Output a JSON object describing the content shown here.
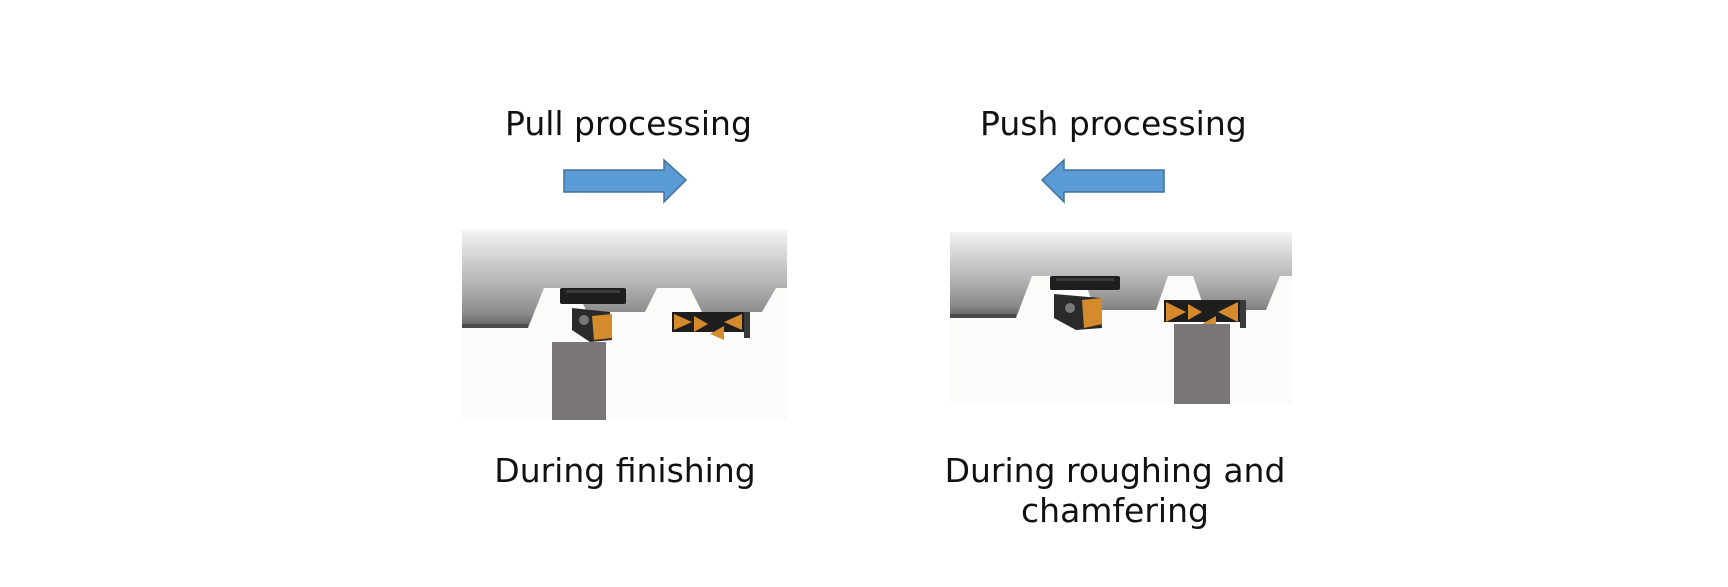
{
  "left": {
    "title": "Pull processing",
    "arrow": "right-arrow",
    "caption": "During finishing"
  },
  "right": {
    "title": "Push processing",
    "arrow": "left-arrow",
    "caption_line1": "During roughing and",
    "caption_line2": "chamfering"
  },
  "colors": {
    "arrow_fill": "#5b9bd5",
    "arrow_stroke": "#41719c",
    "insert": "#d58a2c",
    "holder": "#1e1e1e",
    "shank": "#7a7578"
  }
}
